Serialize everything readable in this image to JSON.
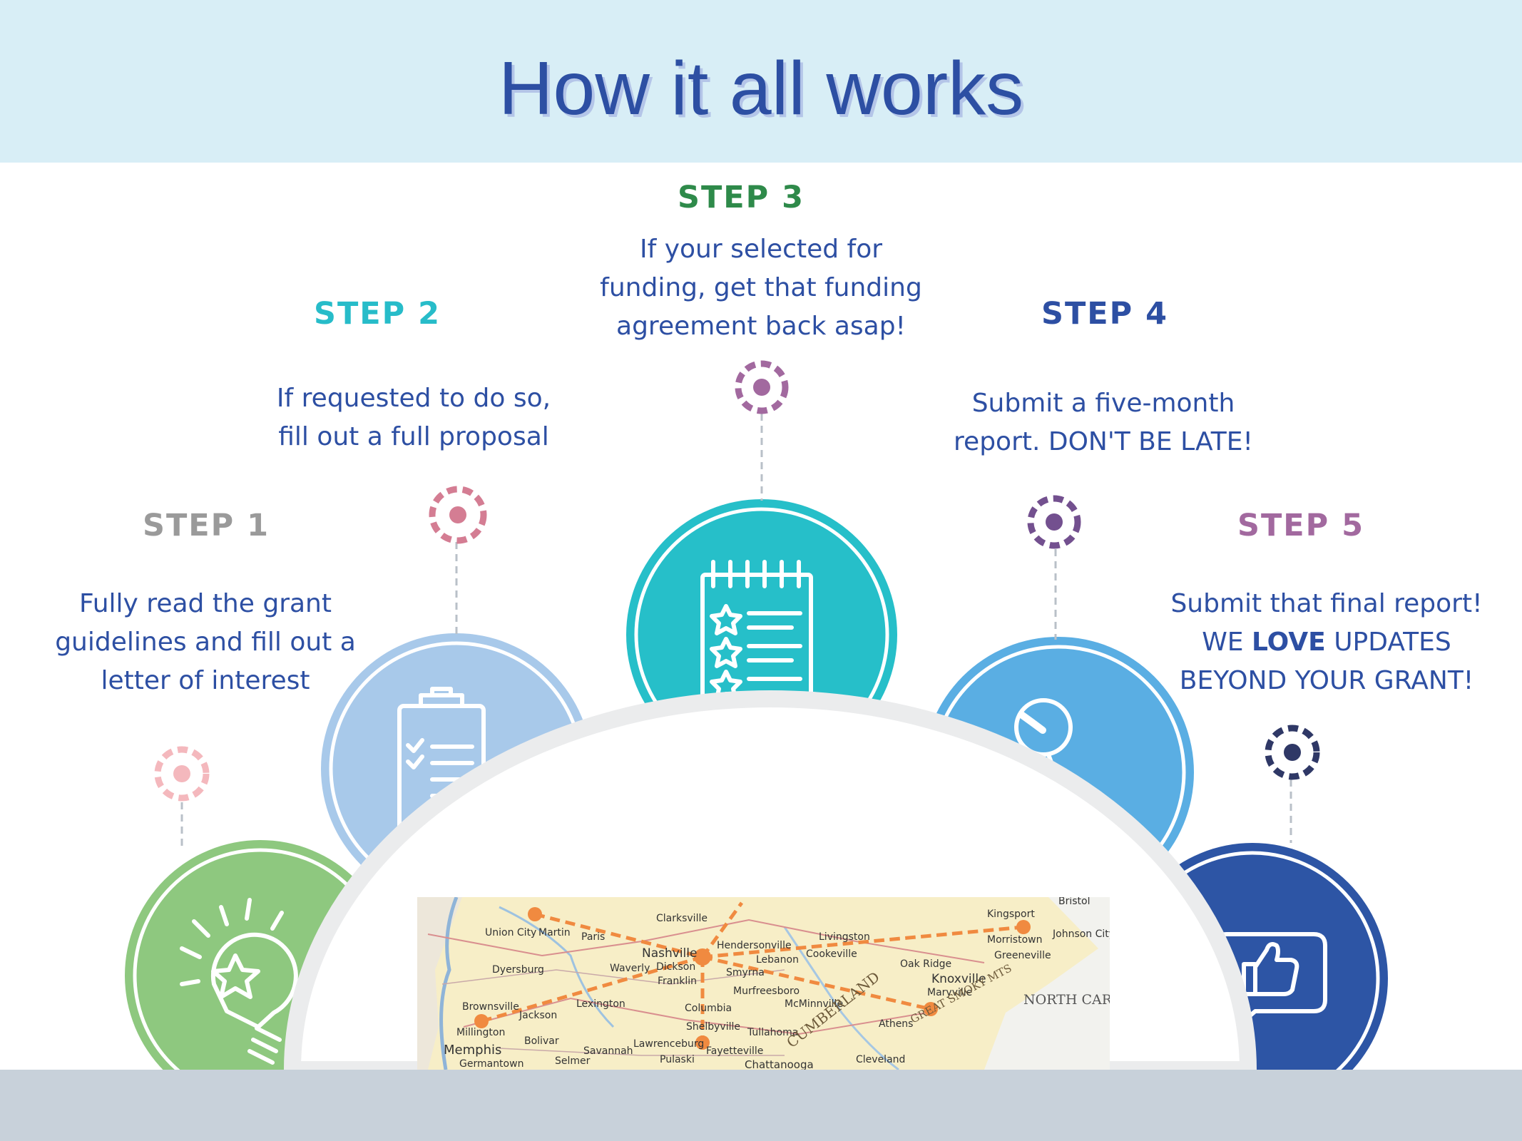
{
  "header": {
    "title": "How it all works"
  },
  "steps": [
    {
      "label": "STEP 1",
      "lines": [
        "Fully read the grant",
        "guidelines and fill out a",
        "letter of interest"
      ],
      "color": "#9a9a9a",
      "circle_color": "#8ec87f",
      "icon": "lightbulb-icon"
    },
    {
      "label": "STEP 2",
      "lines": [
        "If requested to do so,",
        "fill out a full proposal"
      ],
      "color": "#27bcc9",
      "circle_color": "#a8c9ea",
      "icon": "clipboard-icon"
    },
    {
      "label": "STEP 3",
      "lines": [
        "If your selected for",
        "funding, get that funding",
        "agreement back asap!"
      ],
      "color": "#2e8a4a",
      "circle_color": "#26bfc9",
      "icon": "notepad-icon"
    },
    {
      "label": "STEP 4",
      "lines": [
        "Submit a five-month",
        "report. DON'T BE LATE!"
      ],
      "color": "#2d4fa3",
      "circle_color": "#5aaee3",
      "icon": "magnifier-icon"
    },
    {
      "label": "STEP 5",
      "lines": [
        "Submit that final report!",
        "UPDATES",
        "BEYOND YOUR GRANT!"
      ],
      "line2_prefix": "WE ",
      "line2_bold": "LOVE",
      "color": "#a2699f",
      "circle_color": "#2d55a5",
      "icon": "thumbs-up-icon"
    }
  ],
  "map": {
    "labels": [
      "Clarksville",
      "Nashville",
      "Hendersonville",
      "Murfreesboro",
      "Franklin",
      "Columbia",
      "Jackson",
      "Memphis",
      "Germantown",
      "Knoxville",
      "Oak Ridge",
      "Kingsport",
      "Johnson City",
      "Chattanooga",
      "Cleveland",
      "Smyrna",
      "Lebanon",
      "Cookeville",
      "Livingston",
      "Dyersburg",
      "Union City",
      "Martin",
      "Paris",
      "Waverly",
      "Dickson",
      "Lexington",
      "Brownsville",
      "Millington",
      "Bolivar",
      "Savannah",
      "Selmer",
      "Lawrenceburg",
      "Pulaski",
      "Fayetteville",
      "Tullahoma",
      "Shelbyville",
      "McMinnville",
      "Athens",
      "Maryville",
      "Greeneville",
      "Morristown",
      "Bristol",
      "NORTH CAROLINA",
      "CUMBERLAND",
      "GREAT SMOKY MTS"
    ]
  }
}
